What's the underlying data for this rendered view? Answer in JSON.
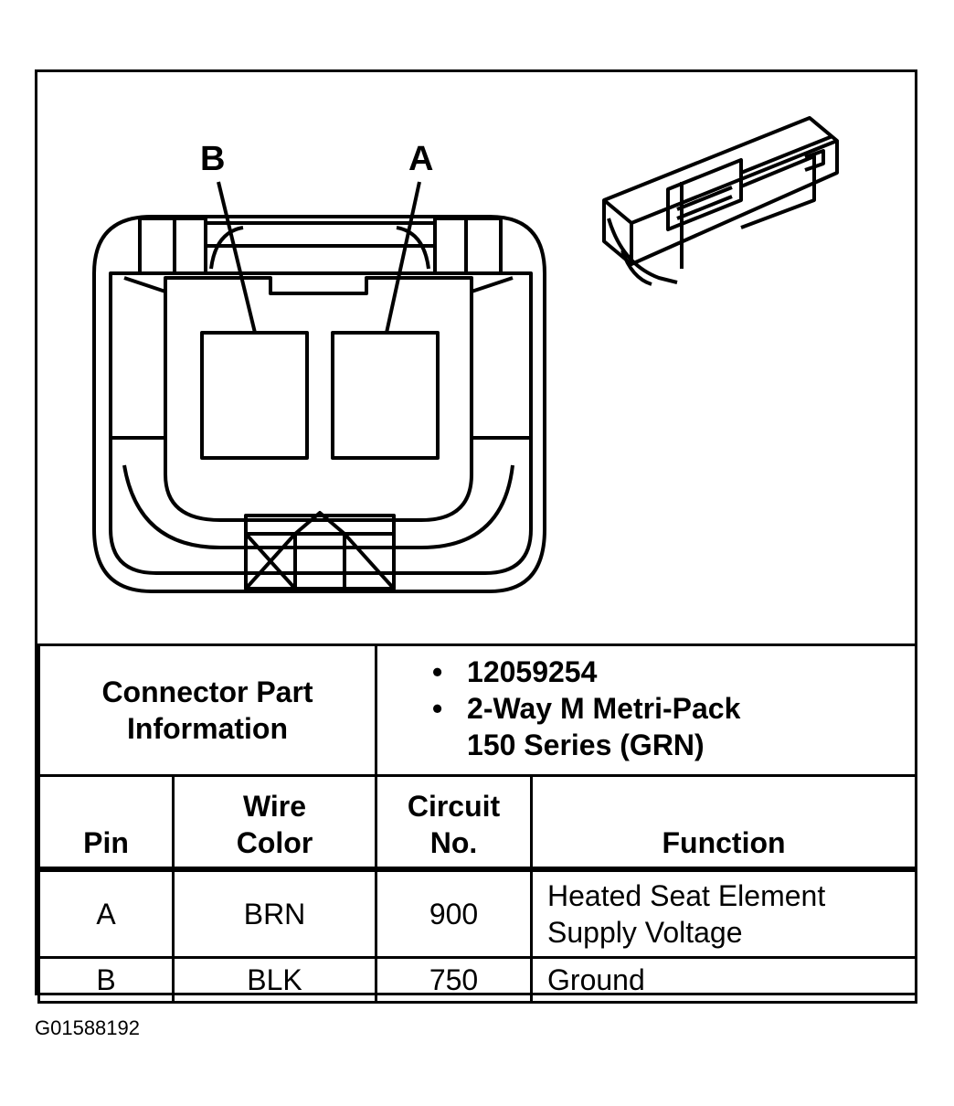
{
  "diagram": {
    "pin_labels": [
      "B",
      "A"
    ]
  },
  "connector": {
    "label_line1": "Connector Part",
    "label_line2": "Information",
    "part_number": "12059254",
    "description_line1": "2-Way M Metri-Pack",
    "description_line2": "150 Series (GRN)"
  },
  "table": {
    "headers": {
      "pin": "Pin",
      "wire_color_line1": "Wire",
      "wire_color_line2": "Color",
      "circuit_line1": "Circuit",
      "circuit_line2": "No.",
      "function": "Function"
    },
    "rows": [
      {
        "pin": "A",
        "wire_color": "BRN",
        "circuit": "900",
        "function_line1": "Heated Seat Element",
        "function_line2": "Supply Voltage"
      },
      {
        "pin": "B",
        "wire_color": "BLK",
        "circuit": "750",
        "function_line1": "Ground",
        "function_line2": ""
      }
    ]
  },
  "figure_id": "G01588192"
}
